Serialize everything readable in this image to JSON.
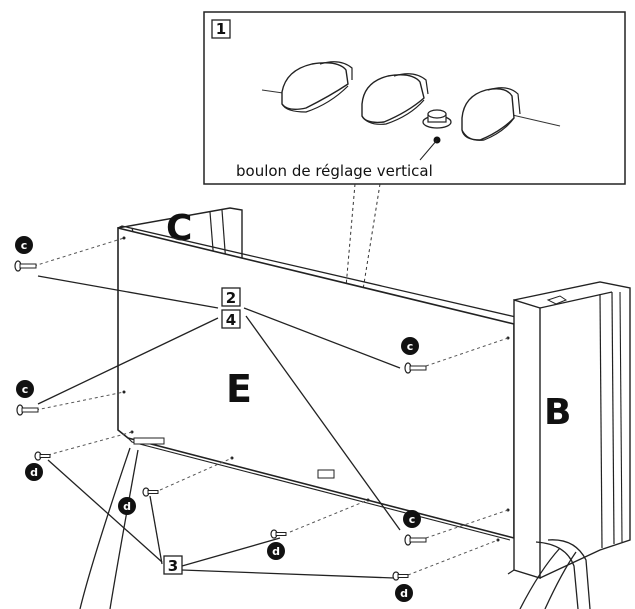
{
  "inset": {
    "step": "1",
    "caption": "boulon de réglage vertical"
  },
  "parts": {
    "panel_c": "C",
    "panel_e": "E",
    "panel_b": "B"
  },
  "steps": {
    "s2": "2",
    "s4": "4",
    "s3": "3"
  },
  "screws": {
    "c_label": "c",
    "d_label": "d"
  }
}
